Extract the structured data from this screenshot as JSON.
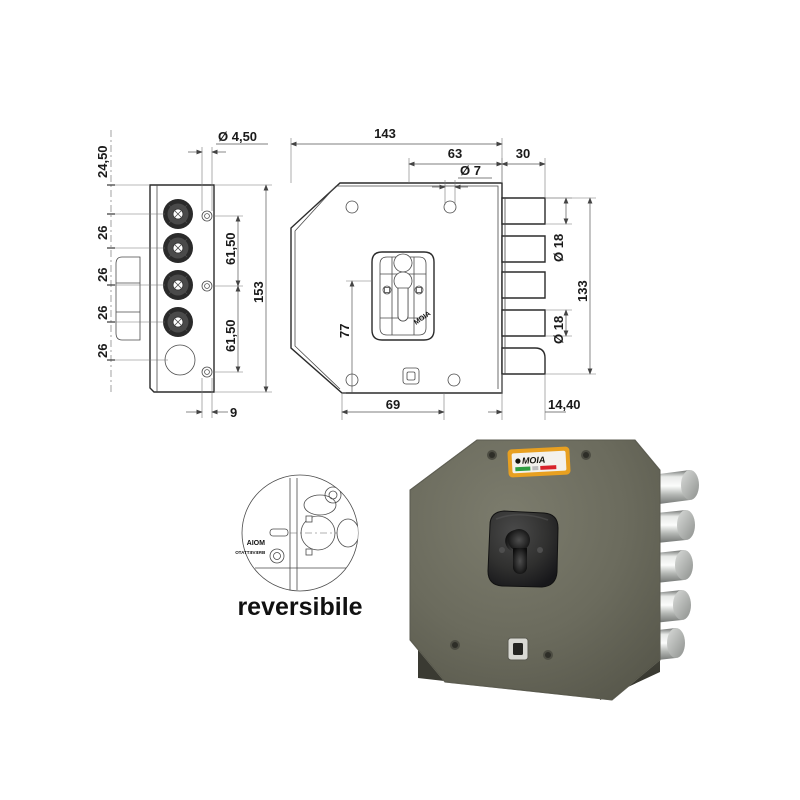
{
  "document": {
    "type": "technical-drawing",
    "subject": "MOIA multipoint surface lock",
    "units": "mm"
  },
  "side_view": {
    "name": "left-side-view",
    "dimensions": {
      "top_offset": "24,50",
      "spacing_1": "26",
      "spacing_2": "26",
      "spacing_3": "26",
      "spacing_4": "26",
      "hole_diameter": "Ø 4,50",
      "upper_span": "61,50",
      "lower_span": "61,50",
      "total_height": "153",
      "thickness": "9"
    }
  },
  "front_view": {
    "name": "front-view",
    "dimensions": {
      "overall_width": "143",
      "inner_width": "63",
      "bolt_block_width": "30",
      "pin_diameter": "Ø 7",
      "bolt_diameter_top": "Ø 18",
      "bolt_diameter_bottom": "Ø 18",
      "bolt_span": "133",
      "cylinder_height": "77",
      "base_width": "69",
      "bolt_throw": "14,40"
    },
    "escutcheon_mark": "MOIA"
  },
  "detail": {
    "name": "reversibile-detail",
    "caption": "reversibile",
    "mirrored_brand": "MOIA",
    "mirrored_sub": "BREVETTATO"
  },
  "photo": {
    "name": "lock-product-photo",
    "brand_label": "MOIA",
    "body_color": "#6d6d5f",
    "bolt_color": "#c9cbc9",
    "rosette_color": "#2a2a2a",
    "label_border_color": "#e8a020",
    "flag_green": "#2f9e41",
    "flag_red": "#d8222a",
    "bolt_count": 5
  }
}
